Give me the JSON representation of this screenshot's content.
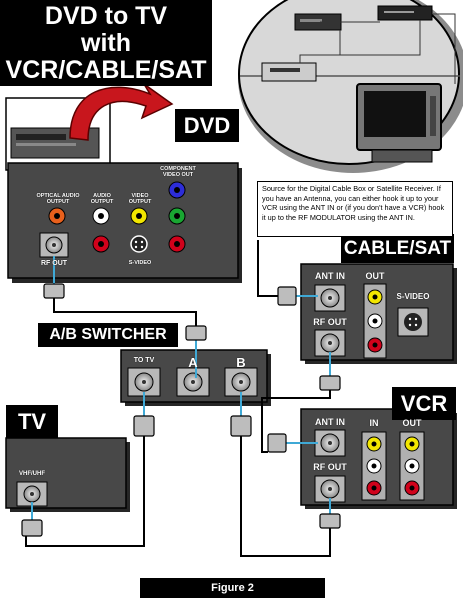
{
  "title": {
    "line1": "DVD to TV",
    "line2": "with",
    "line3": "VCR/CABLE/SAT"
  },
  "devices": {
    "dvd": {
      "label": "DVD",
      "ports": {
        "optical": "OPTICAL AUDIO OUTPUT",
        "audio": "AUDIO OUTPUT",
        "video": "VIDEO OUTPUT",
        "component": "COMPONENT VIDEO OUT",
        "rf": "RF OUT",
        "svideo": "S-VIDEO"
      }
    },
    "cable_sat": {
      "label": "CABLE/SAT",
      "ports": {
        "ant_in": "ANT IN",
        "rf_out": "RF OUT",
        "out": "OUT",
        "svideo": "S-VIDEO"
      }
    },
    "switcher": {
      "label": "A/B SWITCHER",
      "ports": {
        "to_tv": "TO TV",
        "a": "A",
        "b": "B"
      }
    },
    "vcr": {
      "label": "VCR",
      "ports": {
        "ant_in": "ANT IN",
        "rf_out": "RF OUT",
        "in": "IN",
        "out": "OUT"
      }
    },
    "tv": {
      "label": "TV",
      "ports": {
        "vhf_uhf": "VHF/UHF"
      }
    }
  },
  "note": "Source for the Digital Cable Box or Satellite Receiver.  If you have an Antenna, you can either hook it up to your VCR using the ANT IN or (if you don't have a VCR) hook it up to the RF MODULATOR using the ANT IN.",
  "caption": "Figure 2",
  "colors": {
    "panel": "#484848",
    "cable": "#000000",
    "jack_link": "#3fa9d6",
    "arrow": "#c8161d",
    "optical": "#e8601c",
    "yellow": "#f2e600",
    "red": "#d0021b",
    "white": "#ffffff",
    "green": "#19a632",
    "blue": "#2d2dd8"
  }
}
